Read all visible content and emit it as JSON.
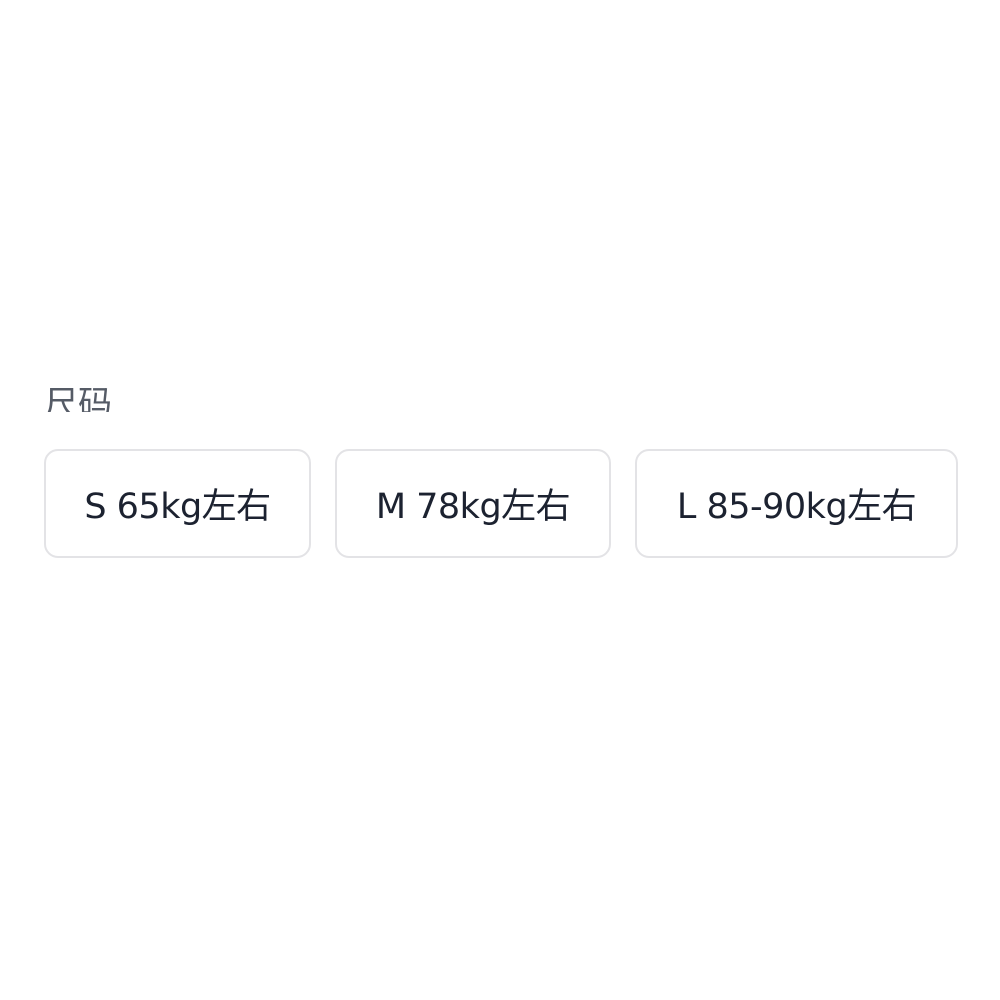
{
  "section": {
    "label": "尺码"
  },
  "size_options": [
    {
      "label": "S 65kg左右"
    },
    {
      "label": "M 78kg左右"
    },
    {
      "label": "L 85-90kg左右"
    }
  ],
  "colors": {
    "text": "#1c2230",
    "label": "#555b66",
    "border": "#e3e3e6",
    "background": "#ffffff"
  }
}
